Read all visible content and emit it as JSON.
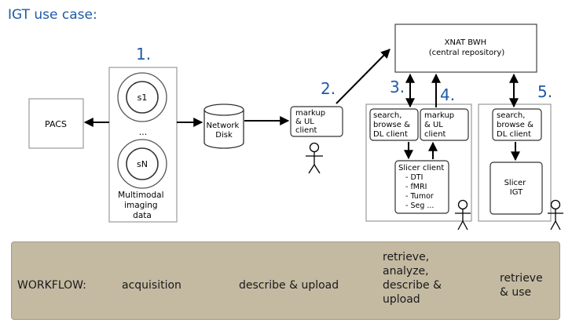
{
  "title": "IGT use case:",
  "steps": {
    "s1": "1.",
    "s2": "2.",
    "s3": "3.",
    "s4": "4.",
    "s5": "5."
  },
  "nodes": {
    "pacs": "PACS",
    "scan_first": "s1",
    "scan_dots": "...",
    "scan_last": "sN",
    "imaging_caption": [
      "Multimodal",
      "imaging",
      "data"
    ],
    "network_disk": [
      "Network",
      "Disk"
    ],
    "markup_client": [
      "markup",
      "& UL",
      "client"
    ],
    "xnat": [
      "XNAT BWH",
      "(central repository)"
    ],
    "search_client_3": [
      "search,",
      "browse &",
      "DL client"
    ],
    "markup_client_4": [
      "markup",
      "& UL",
      "client"
    ],
    "slicer_client": {
      "title": "Slicer client",
      "items": [
        "- DTI",
        "- fMRI",
        "- Tumor",
        "- Seg ..."
      ]
    },
    "search_client_5": [
      "search,",
      "browse &",
      "DL client"
    ],
    "slicer_igt": [
      "Slicer",
      "IGT"
    ]
  },
  "workflow": {
    "label": "WORKFLOW:",
    "stages": [
      "acquisition",
      "describe & upload",
      "retrieve,\nanalyze,\ndescribe &\nupload",
      "retrieve\n& use"
    ]
  },
  "colors": {
    "title_blue": "#1f5aa6",
    "workflow_bg": "#c4baa2",
    "box_border": "#9a9a9a",
    "arrow": "#000000"
  }
}
